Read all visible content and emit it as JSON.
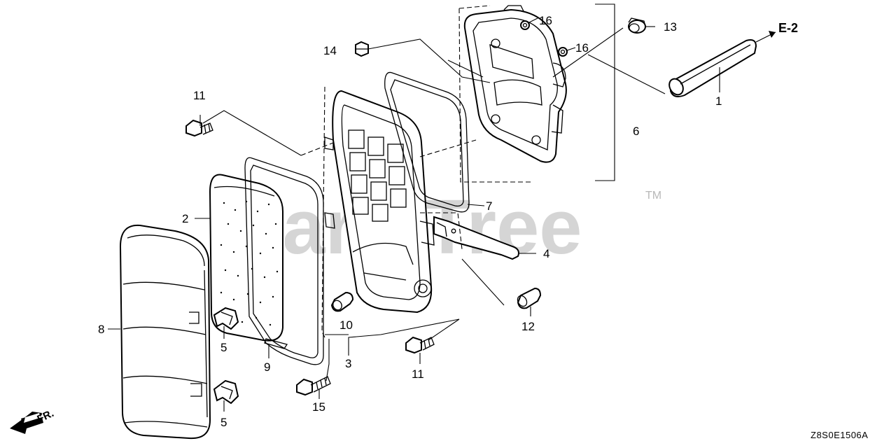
{
  "diagram": {
    "reference": "E-2",
    "drawing_code": "Z8S0E1506A",
    "orientation_label": "FR.",
    "watermark": "PartsTree",
    "watermark_mark": "TM",
    "callouts": {
      "c1": "1",
      "c2": "2",
      "c3": "3",
      "c4": "4",
      "c5a": "5",
      "c5b": "5",
      "c6": "6",
      "c7": "7",
      "c8": "8",
      "c9": "9",
      "c10": "10",
      "c11a": "11",
      "c11b": "11",
      "c12": "12",
      "c13": "13",
      "c14": "14",
      "c15": "15",
      "c16a": "16",
      "c16b": "16"
    }
  }
}
